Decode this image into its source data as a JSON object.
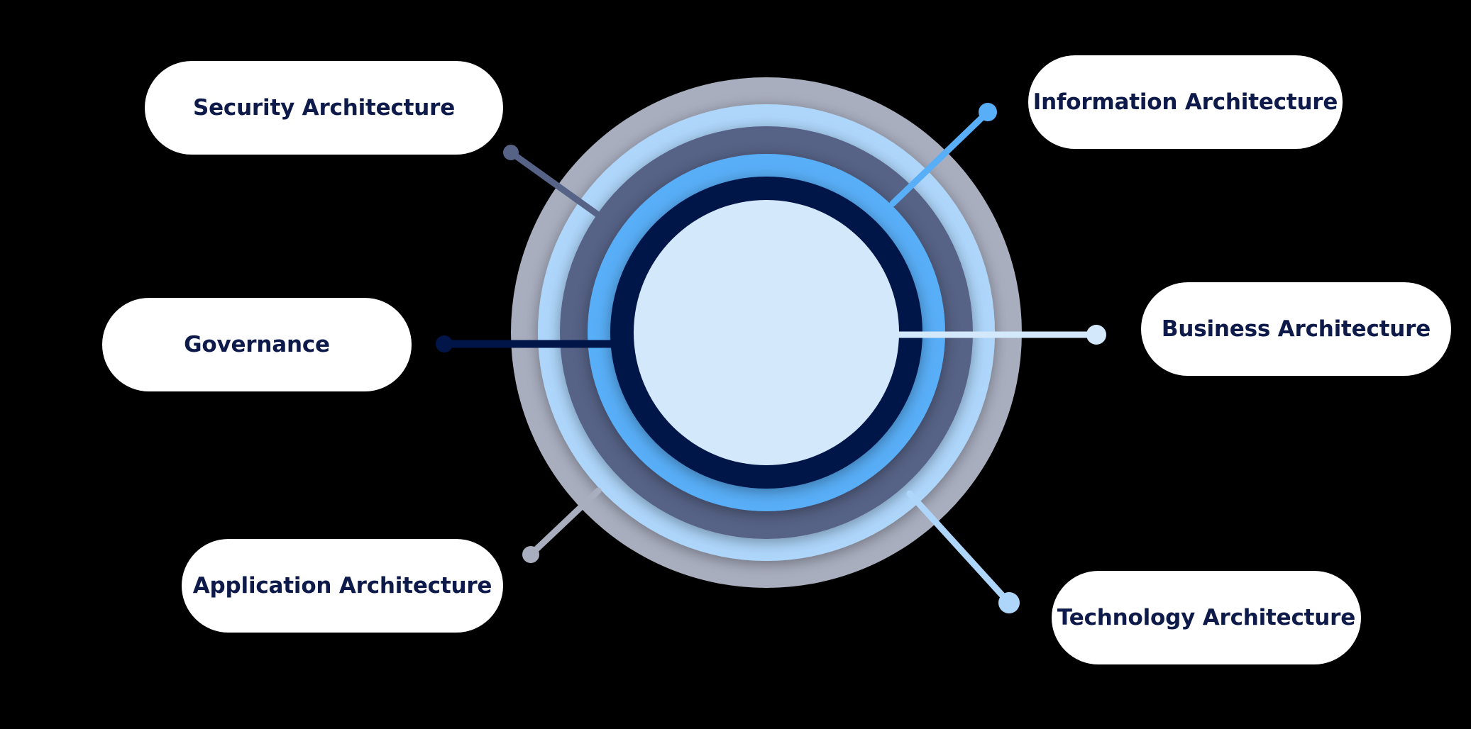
{
  "labels": {
    "security": "Security Architecture",
    "information": "Information Architecture",
    "governance": "Governance",
    "business": "Business Architecture",
    "application": "Application Architecture",
    "technology": "Technology Architecture"
  },
  "colors": {
    "background": "#000000",
    "outer_ring": "#a9aebf",
    "light_blue_ring": "#aed6fb",
    "slate_ring": "#566286",
    "blue_ring": "#58aef7",
    "navy_ring": "#011549",
    "core": "#d4e8fc",
    "pill": "#ffffff",
    "label_text": "#0d1a4a",
    "connector_security": "#566286",
    "connector_information": "#58aef7",
    "connector_governance": "#011549",
    "connector_business": "#d4e8fc",
    "connector_application": "#a9aebf",
    "connector_technology": "#aed6fb"
  }
}
